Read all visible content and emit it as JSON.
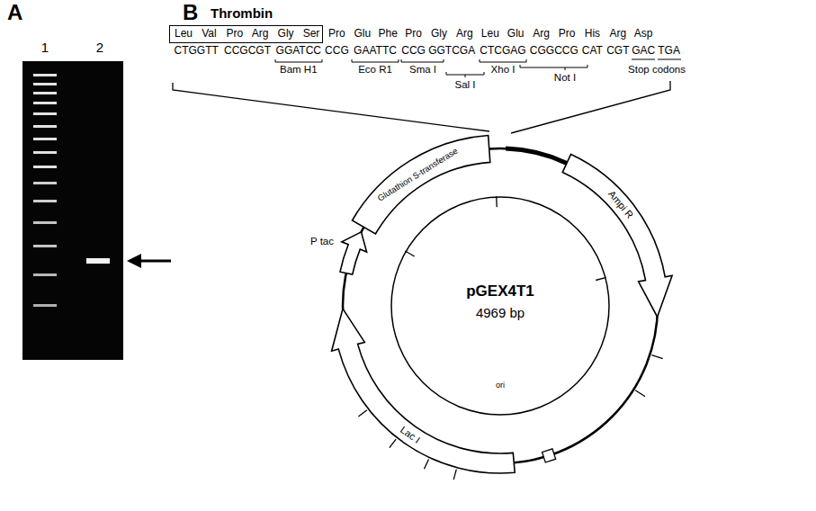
{
  "diagram": {
    "nodes": [
      {
        "text": [
          "Thrombin",
          "Leu",
          "Val",
          "Pro",
          "Arg",
          "Gly",
          "Ser"
        ]
      },
      {
        "text": [
          "Glutathion S-transferase"
        ]
      },
      {
        "text": [
          "Ampi R"
        ]
      },
      {
        "text": [
          "pGEX4T1",
          "4969 bp",
          "ori"
        ]
      },
      {
        "text": [
          "Lac I"
        ]
      }
    ],
    "labels": [
      "A",
      "B",
      "1",
      "2",
      "Pro",
      "Glu",
      "Phe",
      "Pro",
      "Gly",
      "Arg",
      "Leu",
      "Glu",
      "Arg",
      "Pro",
      "His",
      "Arg",
      "Asp",
      "CTGGTT",
      "CCGCGT",
      "GGATCC",
      "CCG",
      "GAATTC",
      "CCG",
      "GGTCGA",
      "CTCGAG",
      "CGGCCG",
      "CAT",
      "CGT",
      "GAC",
      "TGA",
      "Bam H1",
      "Eco R1",
      "Sma I",
      "Xho I",
      "Sal I",
      "Not I",
      "Stop codons",
      "P tac"
    ]
  }
}
